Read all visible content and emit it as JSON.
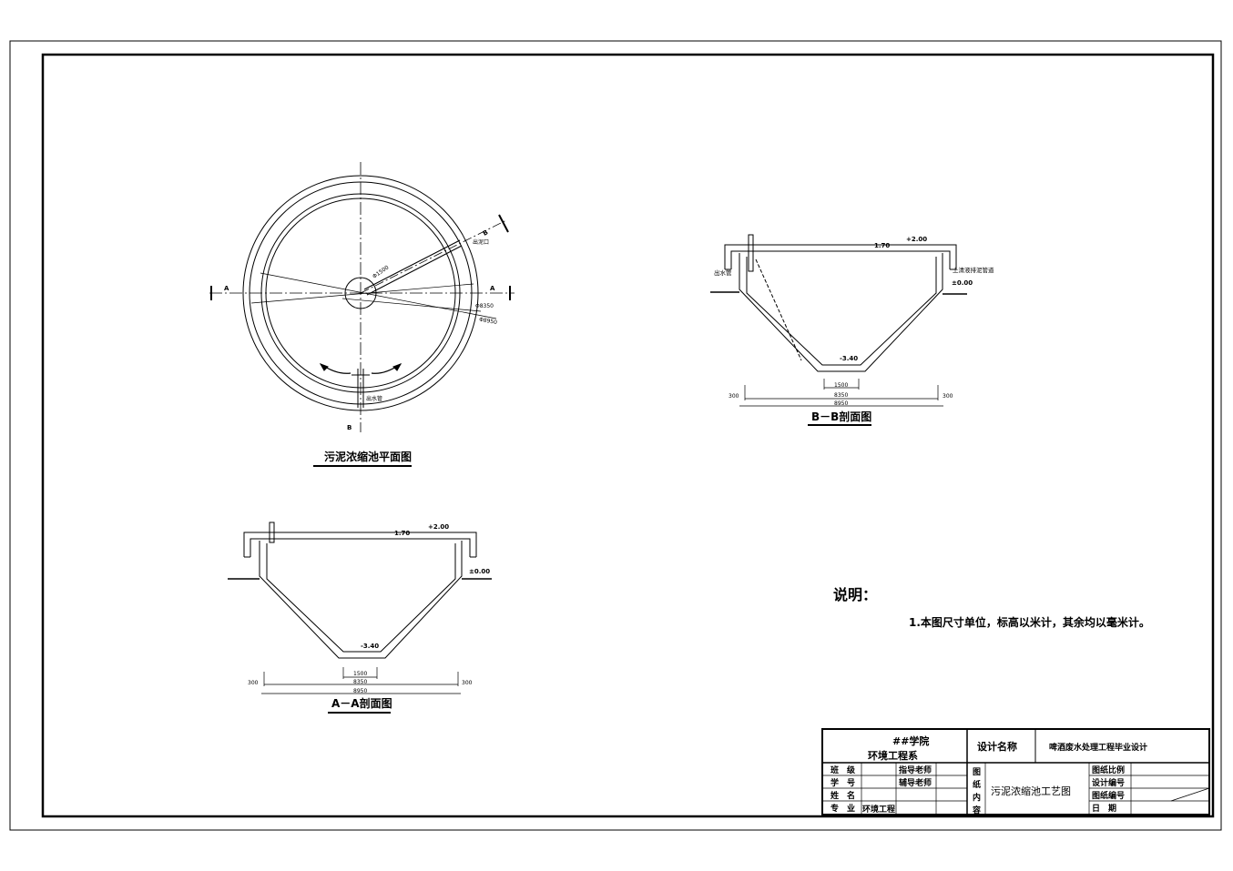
{
  "plan": {
    "title": "污泥浓缩池平面图",
    "section_mark_a": "A",
    "section_mark_b": "B",
    "dim_center": "Φ1500",
    "dim_inner": "Φ8350",
    "dim_outer": "Φ8950",
    "label_outlet": "出泥口",
    "label_drain": "出水管"
  },
  "section_bb": {
    "title": "B－B剖面图",
    "level_top": "+2.00",
    "level_water": "1.70",
    "level_ground": "±0.00",
    "level_bottom": "-3.40",
    "label_side": "上清液排泥管道",
    "label_left": "出水管",
    "dim_bottom": "1500",
    "dim_inner": "8350",
    "dim_outer": "8950",
    "dim_wall_left": "300",
    "dim_wall_right": "300"
  },
  "section_aa": {
    "title": "A－A剖面图",
    "level_top": "+2.00",
    "level_water": "1.70",
    "level_ground": "±0.00",
    "level_bottom": "-3.40",
    "dim_bottom": "1500",
    "dim_inner": "8350",
    "dim_outer": "8950",
    "dim_wall_left": "300",
    "dim_wall_right": "300"
  },
  "notes": {
    "heading": "说明：",
    "line1": "1.本图尺寸单位，标高以米计，其余均以毫米计。"
  },
  "title_block": {
    "school": "##学院",
    "department": "环境工程系",
    "design_name_label": "设计名称",
    "design_name": "啤酒废水处理工程毕业设计",
    "class_label": "班　级",
    "student_id_label": "学　号",
    "name_label": "姓　名",
    "major_label": "专　业",
    "major_value": "环境工程",
    "advisor_label": "指导老师",
    "assistant_label": "辅导老师",
    "content_label_1": "图",
    "content_label_2": "纸",
    "content_label_3": "内",
    "content_label_4": "容",
    "drawing_content": "污泥浓缩池工艺图",
    "scale_label": "图纸比例",
    "design_no_label": "设计编号",
    "drawing_no_label": "图纸编号",
    "date_label": "日　期"
  }
}
